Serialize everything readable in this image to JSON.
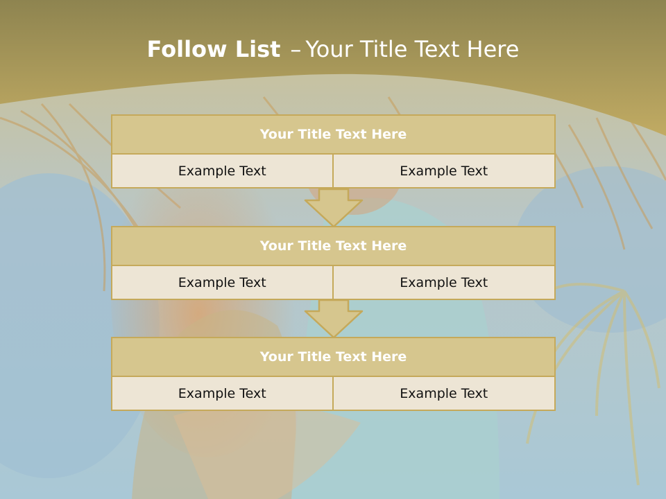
{
  "slide": {
    "title_bold": "Follow List",
    "title_sep": "–",
    "title_rest": "Your Title Text Here",
    "colors": {
      "header_band": "#b8a35c",
      "box_title_fill": "#d6c68e",
      "box_border": "#c5a95a",
      "cell_fill": "#ede5d5",
      "title_text": "#ffffff",
      "cell_text": "#111111"
    },
    "blocks": [
      {
        "title": "Your Title Text Here",
        "cells": [
          "Example Text",
          "Example Text"
        ]
      },
      {
        "title": "Your Title Text Here",
        "cells": [
          "Example Text",
          "Example Text"
        ]
      },
      {
        "title": "Your Title Text Here",
        "cells": [
          "Example Text",
          "Example Text"
        ]
      }
    ],
    "connector_icon": "down-arrow-icon"
  }
}
